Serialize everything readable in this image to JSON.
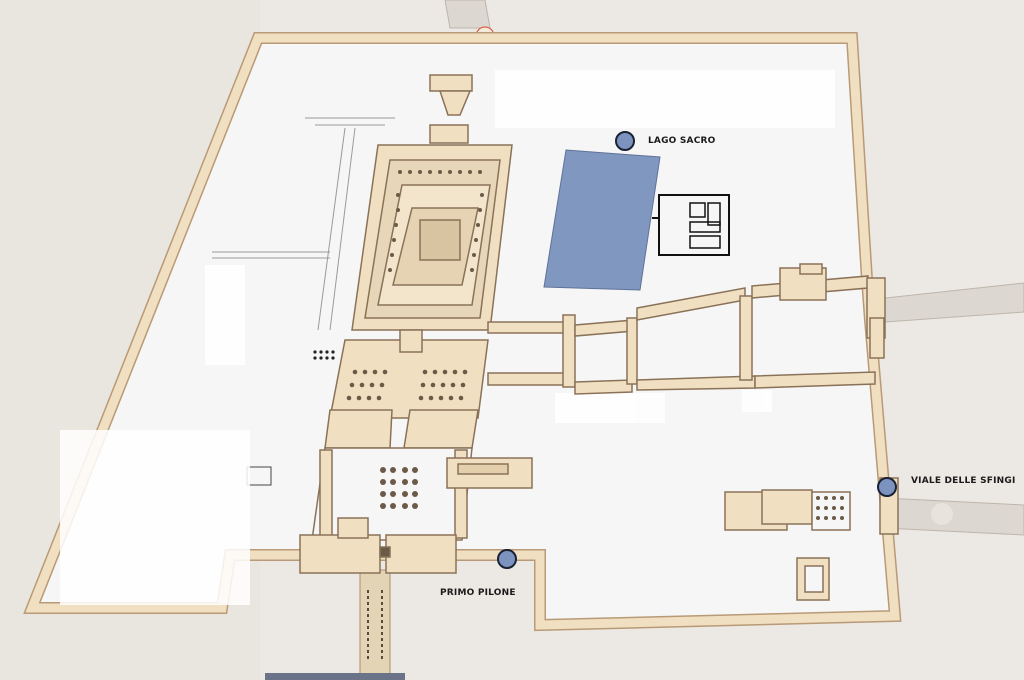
{
  "colors": {
    "background": "#ece8e3",
    "enclosure_wall": "#f1dfc2",
    "wall_outline": "#b89a76",
    "ground": "#f7f7f7",
    "sacred_lake": "#8097c0",
    "marker_fill": "#7d93bf",
    "marker_outline": "#1a2233"
  },
  "landmarks": [
    {
      "id": "lago",
      "label": "LAGO SACRO",
      "icon": "location-dot-icon"
    },
    {
      "id": "viale",
      "label": "VIALE DELLE SFINGI",
      "icon": "location-dot-icon"
    },
    {
      "id": "pilone",
      "label": "PRIMO PILONE",
      "icon": "location-dot-icon"
    }
  ]
}
